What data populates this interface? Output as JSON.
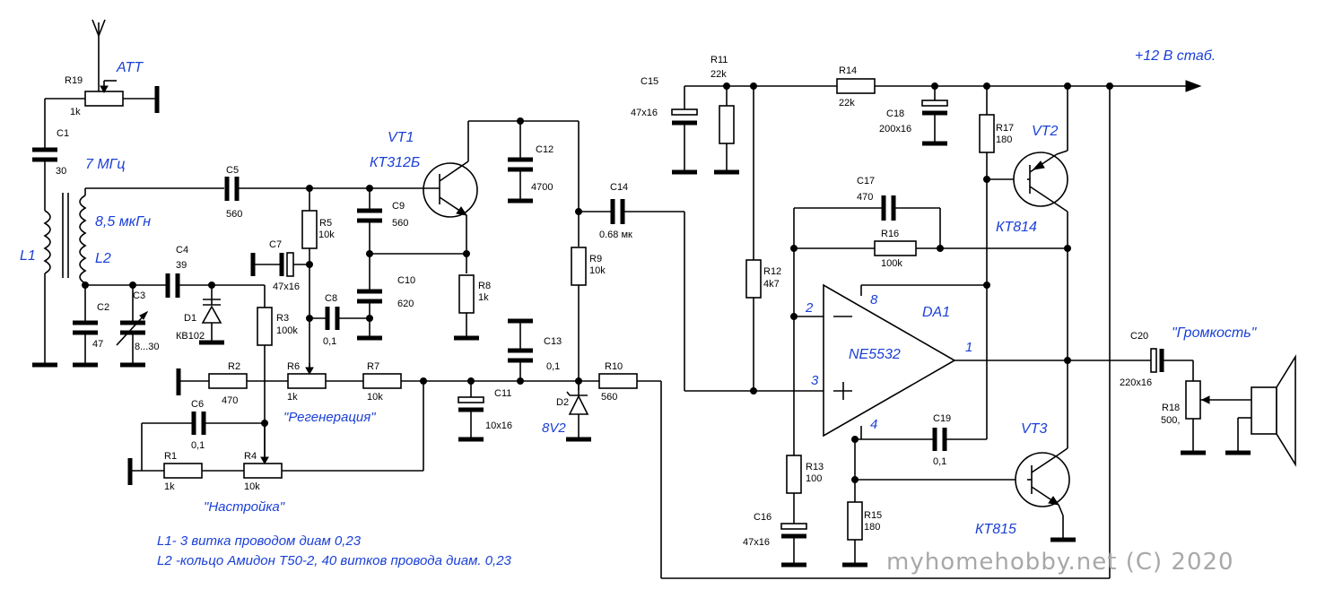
{
  "title_labels": {
    "supply": "+12 В стаб.",
    "att": "ATT",
    "freq": "7 МГц",
    "inductance": "8,5 мкГн",
    "L1": "L1",
    "L2": "L2",
    "VT1_name": "VT1",
    "VT1_type": "КТ312Б",
    "VT2_name": "VT2",
    "VT2_type": "КТ814",
    "VT3_name": "VT3",
    "VT3_type": "КТ815",
    "DA1_name": "DA1",
    "DA1_type": "NE5532",
    "regen": "\"Регенерация\"",
    "tune": "\"Настройка\"",
    "volume": "\"Громкость\"",
    "d2_voltage": "8V2",
    "pin2": "2",
    "pin3": "3",
    "pin8": "8",
    "pin4": "4",
    "pin1": "1"
  },
  "components": {
    "R19": {
      "name": "R19",
      "value": "1k"
    },
    "C1": {
      "name": "C1",
      "value": "30"
    },
    "C5": {
      "name": "C5",
      "value": "560"
    },
    "C2": {
      "name": "C2",
      "value": "47"
    },
    "C3": {
      "name": "C3",
      "value": "8...30"
    },
    "C4": {
      "name": "C4",
      "value": "39"
    },
    "D1": {
      "name": "D1",
      "value": "КВ102"
    },
    "R3": {
      "name": "R3",
      "value": "100k"
    },
    "R5": {
      "name": "R5",
      "value": "10k"
    },
    "C7": {
      "name": "C7",
      "value": "47x16"
    },
    "C8": {
      "name": "C8",
      "value": "0,1"
    },
    "C9": {
      "name": "C9",
      "value": "560"
    },
    "C10": {
      "name": "C10",
      "value": "620"
    },
    "R8": {
      "name": "R8",
      "value": "1k"
    },
    "C12": {
      "name": "C12",
      "value": "4700"
    },
    "C14": {
      "name": "C14",
      "value": "0.68 мк"
    },
    "R9": {
      "name": "R9",
      "value": "10k"
    },
    "C13": {
      "name": "C13",
      "value": "0,1"
    },
    "R2": {
      "name": "R2",
      "value": "470"
    },
    "R6": {
      "name": "R6",
      "value": "1k"
    },
    "R7": {
      "name": "R7",
      "value": "10k"
    },
    "C11": {
      "name": "C11",
      "value": "10x16"
    },
    "R10": {
      "name": "R10",
      "value": "560"
    },
    "D2": {
      "name": "D2",
      "value": "8V2"
    },
    "C6": {
      "name": "C6",
      "value": "0,1"
    },
    "R1": {
      "name": "R1",
      "value": "1k"
    },
    "R4": {
      "name": "R4",
      "value": "10k"
    },
    "C15": {
      "name": "C15",
      "value": "47x16"
    },
    "R11": {
      "name": "R11",
      "value": "22k"
    },
    "R14": {
      "name": "R14",
      "value": "22k"
    },
    "C18": {
      "name": "C18",
      "value": "200x16"
    },
    "R17": {
      "name": "R17",
      "value": "180"
    },
    "C17": {
      "name": "C17",
      "value": "470"
    },
    "R16": {
      "name": "R16",
      "value": "100k"
    },
    "R12": {
      "name": "R12",
      "value": "4k7"
    },
    "R13": {
      "name": "R13",
      "value": "100"
    },
    "C16": {
      "name": "C16",
      "value": "47x16"
    },
    "R15": {
      "name": "R15",
      "value": "180"
    },
    "C19": {
      "name": "C19",
      "value": "0,1"
    },
    "C20": {
      "name": "C20",
      "value": "220x16"
    },
    "R18": {
      "name": "R18",
      "value": "500,"
    }
  },
  "notes": {
    "line1": "L1- 3 витка проводом диам 0,23",
    "line2": "L2  -кольцо Амидон Т50-2, 40 витков провода диам. 0,23"
  },
  "watermark": "myhomehobby.net (C) 2020",
  "colors": {
    "accent": "#1a3fd6",
    "watermark": "#a8a8a8"
  }
}
